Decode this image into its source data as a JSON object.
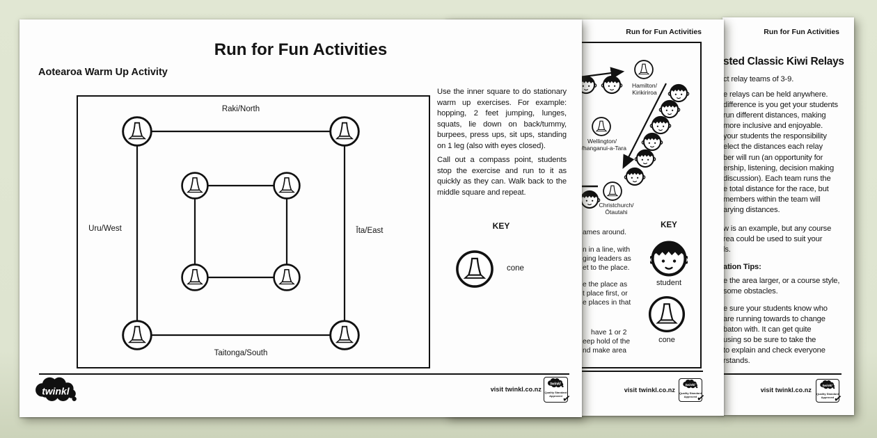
{
  "colors": {
    "background": "#dee4d0",
    "page": "#fdfdfd",
    "ink": "#141414"
  },
  "footer": {
    "visit": "visit twinkl.co.nz"
  },
  "badge": {
    "logo": "twinkl",
    "line1": "Quality Standard",
    "line2": "Approved"
  },
  "logo_text": "twinkl",
  "page1": {
    "title": "Run for Fun Activities",
    "subtitle": "Aotearoa Warm Up Activity",
    "compass": {
      "north": "Raki/North",
      "south": "Taitonga/South",
      "west": "Uru/West",
      "east": "Īta/East"
    },
    "para1": "Use the inner square to do stationary warm up exercises. For example: hopping, 2 feet jumping, lunges, squats, lie down on back/tummy, burpees, press ups, sit ups, standing on 1 leg (also with eyes closed).",
    "para2": "Call out a compass point, students stop the exercise and run to it as quickly as they can. Walk back to the middle square and repeat.",
    "key_title": "KEY",
    "key_cone": "cone"
  },
  "page2": {
    "header": "Run for Fun Activities",
    "labels": {
      "hamilton1": "Hamilton/",
      "hamilton2": "Kirikiriroa",
      "wellington1": "Wellington/",
      "wellington2": "Whanganui-a-Tara",
      "christchurch1": "Christchurch/",
      "christchurch2": "Ōtautahi"
    },
    "fragments": {
      "a1": "ames around.",
      "b1": "n in a line, with",
      "b2": "ging leaders as",
      "b3": "et to the place.",
      "c1": "e the place as",
      "c2": "t place first, or",
      "c3": "e places in that",
      "d1": "have 1 or 2",
      "d2": "eep hold of the",
      "d3": "nd make area"
    },
    "key_title": "KEY",
    "key_student": "student",
    "key_cone": "cone"
  },
  "page3": {
    "header": "Run for Fun Activities",
    "heading": "sted Classic Kiwi Relays",
    "intro": "ct relay teams of 3-9.",
    "p1": [
      "e relays can be held anywhere.",
      "difference is you get your students",
      "run different distances, making",
      "more inclusive and enjoyable.",
      "your students the responsibility",
      "elect the distances each relay",
      "ber will run (an opportunity for",
      "ership, listening, decision making",
      "discussion). Each team runs the",
      "e total distance for the race, but",
      "members within the team will",
      "arying distances."
    ],
    "p2": [
      "w is an example, but any course",
      "rea could be used to suit your",
      "ls."
    ],
    "tips_heading": "ation Tips:",
    "t1": [
      "e the area larger, or a course style,",
      "some obstacles."
    ],
    "t2": [
      "e sure your students know who",
      "are running towards to change",
      "baton with. It can get quite",
      "using so be sure to take the",
      "to explain and check everyone",
      "rstands."
    ]
  }
}
